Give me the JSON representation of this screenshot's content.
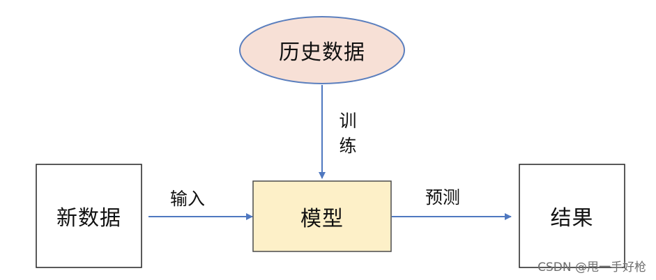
{
  "diagram": {
    "nodes": {
      "history": {
        "label": "历史数据",
        "fill": "#f7e0d6",
        "stroke": "#5b7fbe"
      },
      "model": {
        "label": "模型",
        "fill": "#fdf0c8",
        "stroke": "#4a4a4a"
      },
      "new_data": {
        "label": "新数据",
        "fill": "#ffffff",
        "stroke": "#222222"
      },
      "result": {
        "label": "结果",
        "fill": "#ffffff",
        "stroke": "#222222"
      }
    },
    "edges": {
      "train": {
        "label": "训练",
        "color": "#4f78c0"
      },
      "input": {
        "label": "输入",
        "color": "#4f78c0"
      },
      "predict": {
        "label": "预测",
        "color": "#4f78c0"
      }
    }
  },
  "watermark": "CSDN @甩一手好枪"
}
